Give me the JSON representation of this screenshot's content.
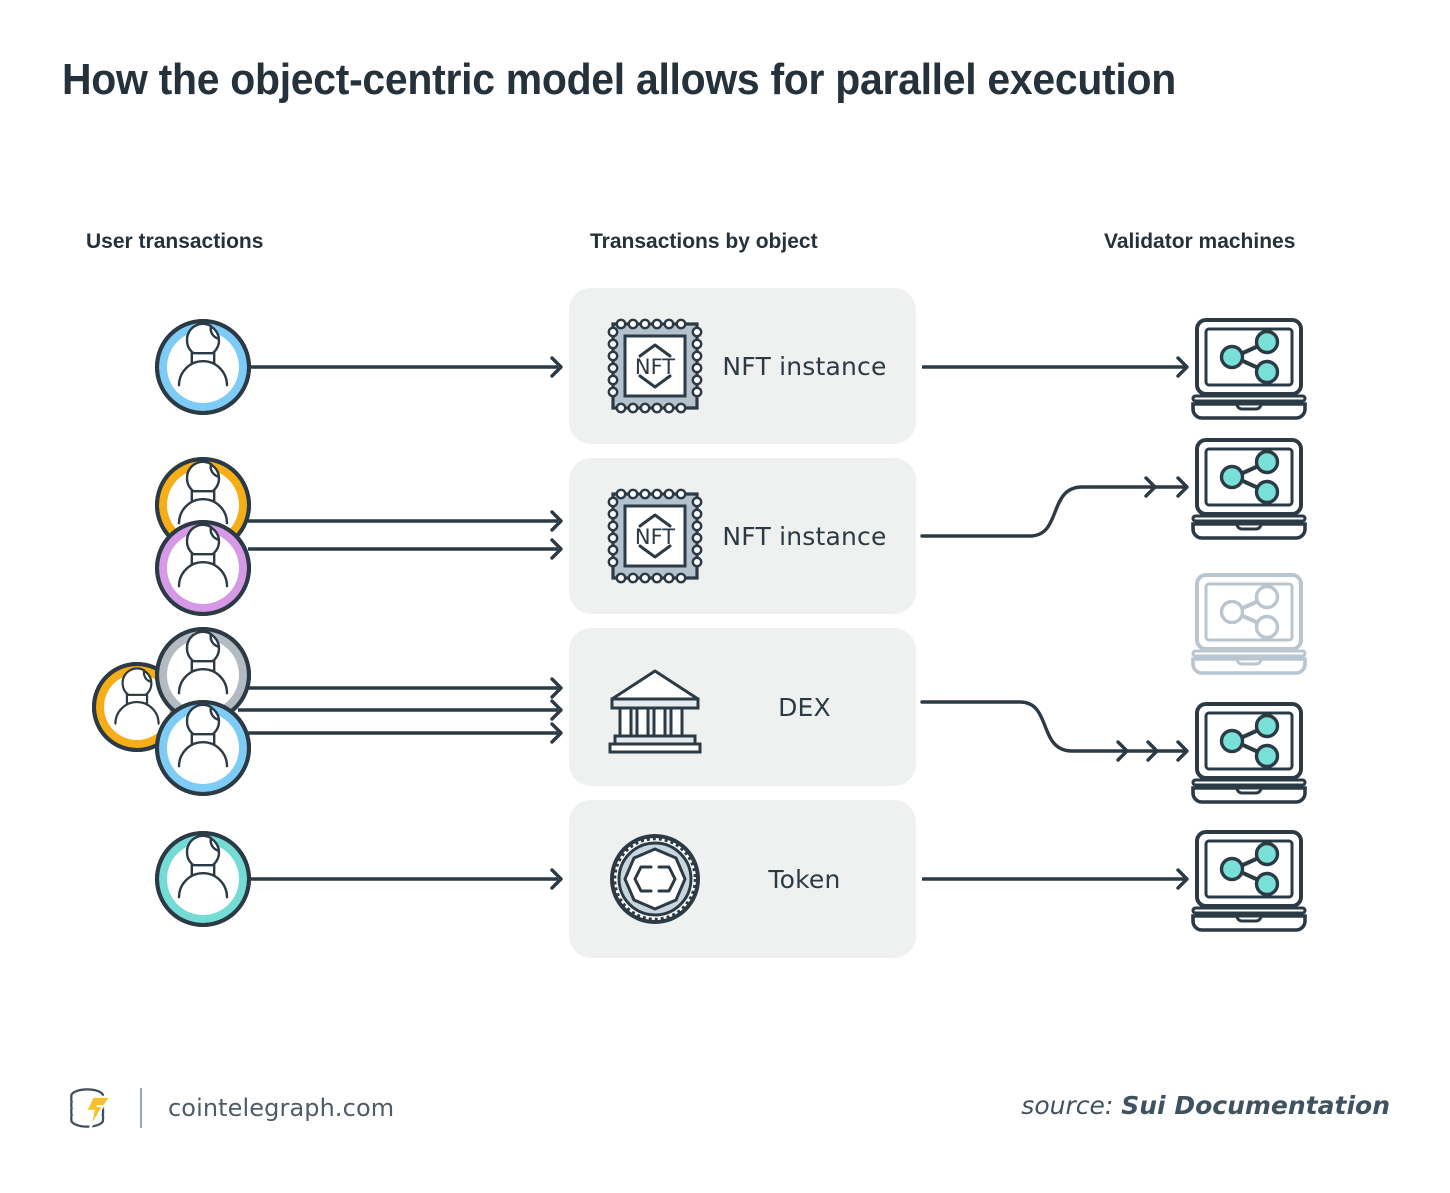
{
  "title": "How the object-centric model allows for parallel execution",
  "columns": {
    "users": "User transactions",
    "objects": "Transactions by object",
    "validators": "Validator machines"
  },
  "colors": {
    "ink": "#25323b",
    "card_bg": "#eff1f1",
    "stroke": "#2b3a44",
    "teal": "#79e0d8",
    "avatar_blue": "#7ecbf5",
    "avatar_orange": "#f5ad18",
    "avatar_purple": "#d699e6",
    "avatar_gray": "#b3bbc2",
    "avatar_teal": "#74dcd4",
    "icon_fill": "#c3cfd8",
    "faded": "#b9c6d0",
    "logo_yellow": "#f5c02a"
  },
  "rows": [
    {
      "id": "row-nft-1",
      "object_label": "NFT instance",
      "object_icon": "nft-stamp-icon",
      "users": [
        {
          "name": "avatar-blue",
          "color": "#7ecbf5"
        }
      ],
      "user_arrows": 1,
      "validator_arrowheads": 1,
      "connector": "straight",
      "validators": [
        {
          "name": "validator-laptop",
          "state": "active"
        }
      ]
    },
    {
      "id": "row-nft-2",
      "object_label": "NFT instance",
      "object_icon": "nft-stamp-icon",
      "users": [
        {
          "name": "avatar-orange",
          "color": "#f5ad18"
        },
        {
          "name": "avatar-purple",
          "color": "#d699e6"
        }
      ],
      "user_arrows": 2,
      "validator_arrowheads": 2,
      "connector": "curve-up",
      "validators": [
        {
          "name": "validator-laptop",
          "state": "active"
        },
        {
          "name": "validator-laptop-idle",
          "state": "idle"
        }
      ]
    },
    {
      "id": "row-dex",
      "object_label": "DEX",
      "object_icon": "bank-columns-icon",
      "users": [
        {
          "name": "avatar-orange",
          "color": "#f5ad18"
        },
        {
          "name": "avatar-gray",
          "color": "#b3bbc2"
        },
        {
          "name": "avatar-blue",
          "color": "#7ecbf5"
        }
      ],
      "user_arrows": 3,
      "validator_arrowheads": 3,
      "connector": "curve-down",
      "validators": [
        {
          "name": "validator-laptop",
          "state": "active"
        }
      ]
    },
    {
      "id": "row-token",
      "object_label": "Token",
      "object_icon": "coin-token-icon",
      "users": [
        {
          "name": "avatar-teal",
          "color": "#74dcd4"
        }
      ],
      "user_arrows": 1,
      "validator_arrowheads": 1,
      "connector": "straight",
      "validators": [
        {
          "name": "validator-laptop",
          "state": "active"
        }
      ]
    }
  ],
  "nft_icon_text": "NFT",
  "footer": {
    "site": "cointelegraph.com",
    "source_prefix": "source: ",
    "source_name": "Sui Documentation"
  }
}
